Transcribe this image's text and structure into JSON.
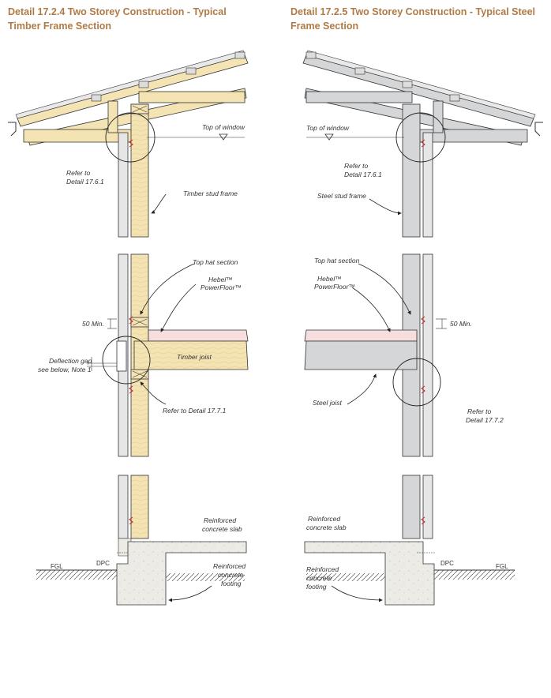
{
  "left": {
    "title_line1": "Detail 17.2.4 Two Storey Construction - Typical",
    "title_line2": "Timber Frame Section",
    "labels": {
      "top_of_window": "Top of window",
      "refer_detail_1": "Refer to",
      "refer_detail_2": "Detail 17.6.1",
      "stud_frame": "Timber stud frame",
      "top_hat": "Top hat section",
      "hebel_1": "Hebel™",
      "hebel_2": "PowerFloor™",
      "min_50": "50 Min.",
      "deflection_1": "Deflection gap",
      "deflection_2": "see below, Note 1",
      "joist": "Timber joist",
      "refer_floor": "Refer to Detail 17.7.1",
      "slab_1": "Reinforced",
      "slab_2": "concrete slab",
      "footing_1": "Reinforced",
      "footing_2": "concrete",
      "footing_3": "footing",
      "dpc": "DPC",
      "fgl": "FGL"
    }
  },
  "right": {
    "title_line1": "Detail 17.2.5 Two Storey Construction - Typical Steel",
    "title_line2": "Frame Section",
    "labels": {
      "top_of_window": "Top of window",
      "refer_detail_1": "Refer to",
      "refer_detail_2": "Detail 17.6.1",
      "stud_frame": "Steel stud frame",
      "top_hat": "Top hat section",
      "hebel_1": "Hebel™",
      "hebel_2": "PowerFloor™",
      "min_50": "50 Min.",
      "joist": "Steel joist",
      "refer_floor_1": "Refer to",
      "refer_floor_2": "Detail 17.7.2",
      "slab_1": "Reinforced",
      "slab_2": "concrete slab",
      "footing_1": "Reinforced",
      "footing_2": "concrete",
      "footing_3": "footing",
      "dpc": "DPC",
      "fgl": "FGL"
    }
  },
  "colors": {
    "title": "#b07a46",
    "timber": "#f4e3b3",
    "steel": "#d4d6d8",
    "panel": "#e6e6e6",
    "concrete": "#ecebe6",
    "ties": "#cc2222"
  }
}
